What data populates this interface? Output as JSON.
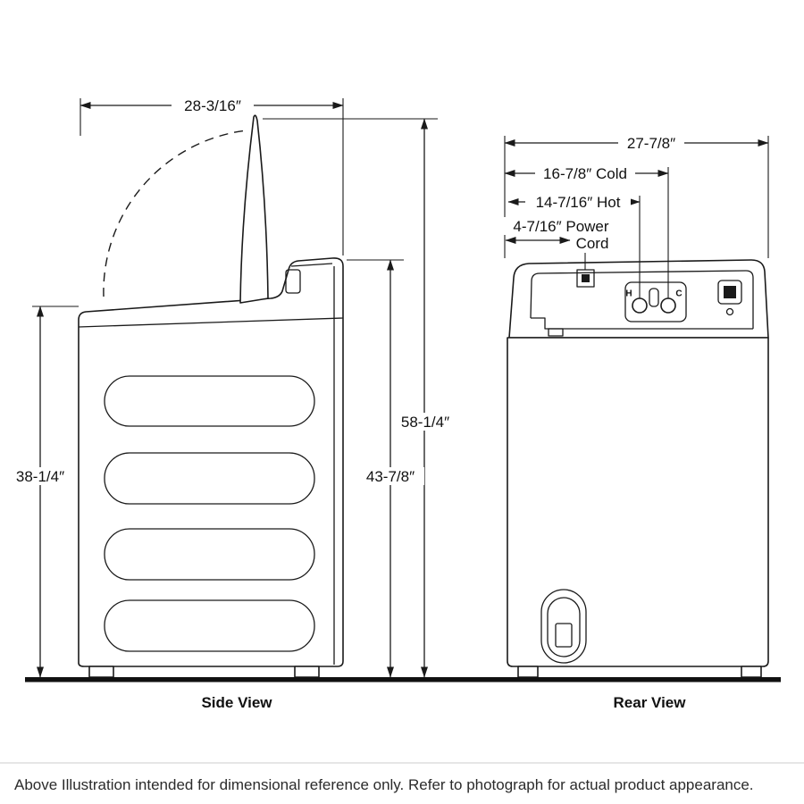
{
  "colors": {
    "line": "#1a1a1a",
    "floor": "#111111",
    "footer_divider": "#cccccc"
  },
  "side_view": {
    "label": "Side View",
    "dim_width": "28-3/16″",
    "dim_height_lid_open": "58-1/4″",
    "dim_height_total": "43-7/8″",
    "dim_height_body": "38-1/4″"
  },
  "rear_view": {
    "label": "Rear View",
    "dim_width": "27-7/8″",
    "dim_cold": "16-7/8″ Cold",
    "dim_hot": "14-7/16″ Hot",
    "dim_power_line1": "4-7/16″ Power",
    "dim_power_line2": "Cord",
    "hot_port_label": "H",
    "cold_port_label": "C"
  },
  "footer": {
    "note": "Above Illustration intended for dimensional reference only. Refer to photograph for actual product appearance."
  }
}
